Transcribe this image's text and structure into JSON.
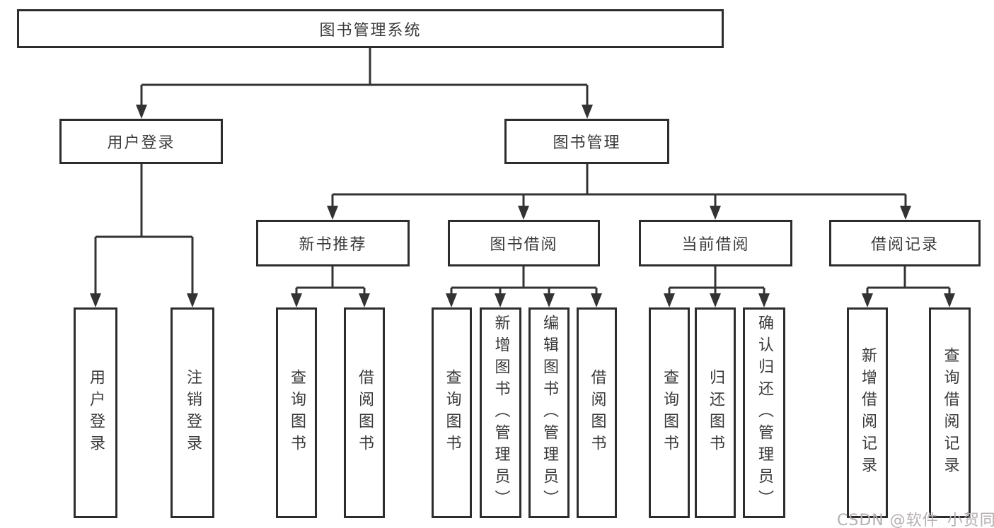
{
  "diagram": {
    "tree": {
      "root": {
        "label": "图书管理系统"
      },
      "user_login": {
        "label": "用户登录",
        "children": {
          "login": {
            "label": "用户登录"
          },
          "logout": {
            "label": "注销登录"
          }
        }
      },
      "book_mgmt": {
        "label": "图书管理",
        "children": {
          "new_book": {
            "label": "新书推荐",
            "children": {
              "query": {
                "label": "查询图书"
              },
              "borrow": {
                "label": "借阅图书"
              }
            }
          },
          "borrowing": {
            "label": "图书借阅",
            "children": {
              "query": {
                "label": "查询图书"
              },
              "add": {
                "label": "新增图书（管理员）"
              },
              "edit": {
                "label": "编辑图书（管理员）"
              },
              "borrow": {
                "label": "借阅图书"
              }
            }
          },
          "current": {
            "label": "当前借阅",
            "children": {
              "query": {
                "label": "查询图书"
              },
              "return": {
                "label": "归还图书"
              },
              "confirm": {
                "label": "确认归还（管理员）"
              }
            }
          },
          "records": {
            "label": "借阅记录",
            "children": {
              "add": {
                "label": "新增借阅记录"
              },
              "query": {
                "label": "查询借阅记录"
              }
            }
          }
        }
      }
    },
    "colors": {
      "line": "#333333",
      "box_border": "#2d2d2d",
      "text": "#3a3a3a",
      "background": "#ffffff",
      "watermark": "#b6b0b0"
    }
  },
  "watermark": {
    "text": "CSDN @软件_小贺同学"
  }
}
